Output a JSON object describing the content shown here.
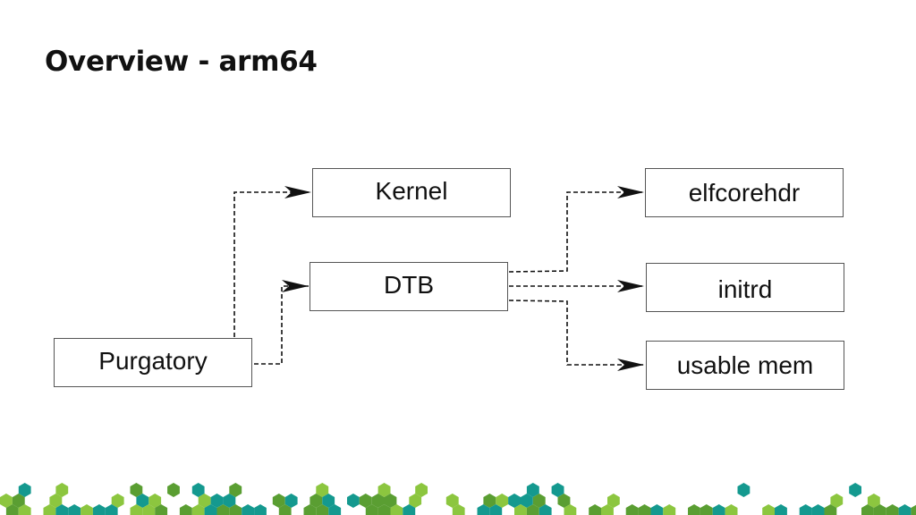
{
  "slide": {
    "title": "Overview - arm64"
  },
  "diagram": {
    "nodes": {
      "purgatory": "Purgatory",
      "kernel": "Kernel",
      "dtb": "DTB",
      "elfcorehdr": "elfcorehdr",
      "initrd": "initrd",
      "usable_mem": "usable mem"
    },
    "edges": [
      {
        "from": "Purgatory",
        "to": "Kernel",
        "style": "dashed"
      },
      {
        "from": "Purgatory",
        "to": "DTB",
        "style": "dashed"
      },
      {
        "from": "DTB",
        "to": "elfcorehdr",
        "style": "dashed"
      },
      {
        "from": "DTB",
        "to": "initrd",
        "style": "dashed"
      },
      {
        "from": "DTB",
        "to": "usable mem",
        "style": "dashed"
      }
    ]
  },
  "colors": {
    "border": "#555555",
    "arrow": "#111111",
    "hex_teal": "#14998f",
    "hex_green": "#5a9e32",
    "hex_light": "#8cc63f"
  }
}
